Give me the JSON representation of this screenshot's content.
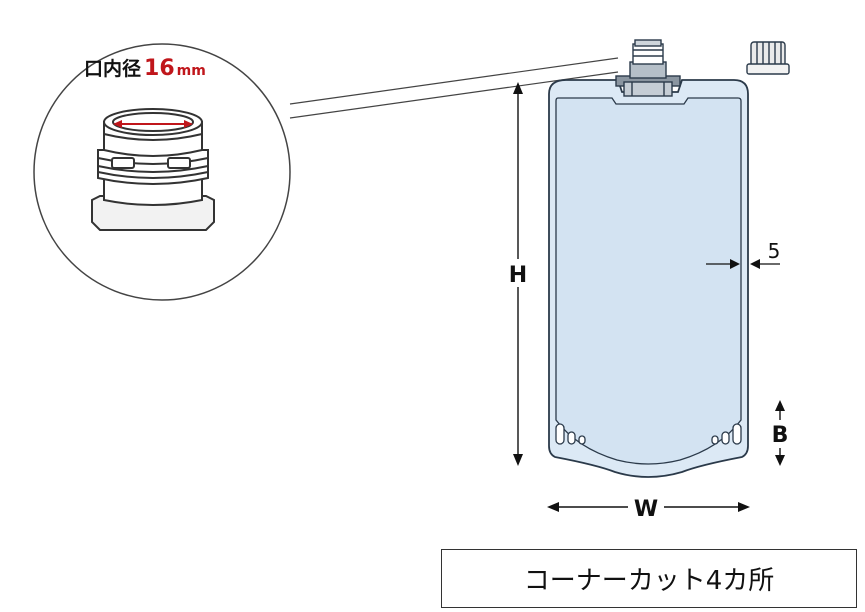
{
  "callout": {
    "label": "口内径",
    "value": "16",
    "unit": "mm",
    "value_color": "#c0161b"
  },
  "dimensions": {
    "height": "H",
    "width": "W",
    "bottom": "B",
    "seal": "5"
  },
  "caption": "コーナーカット4カ所",
  "colors": {
    "pouch_fill": "#dce9f5",
    "pouch_inner": "#d3e3f2",
    "line": "#2b3a4a",
    "accent": "#c0161b"
  }
}
